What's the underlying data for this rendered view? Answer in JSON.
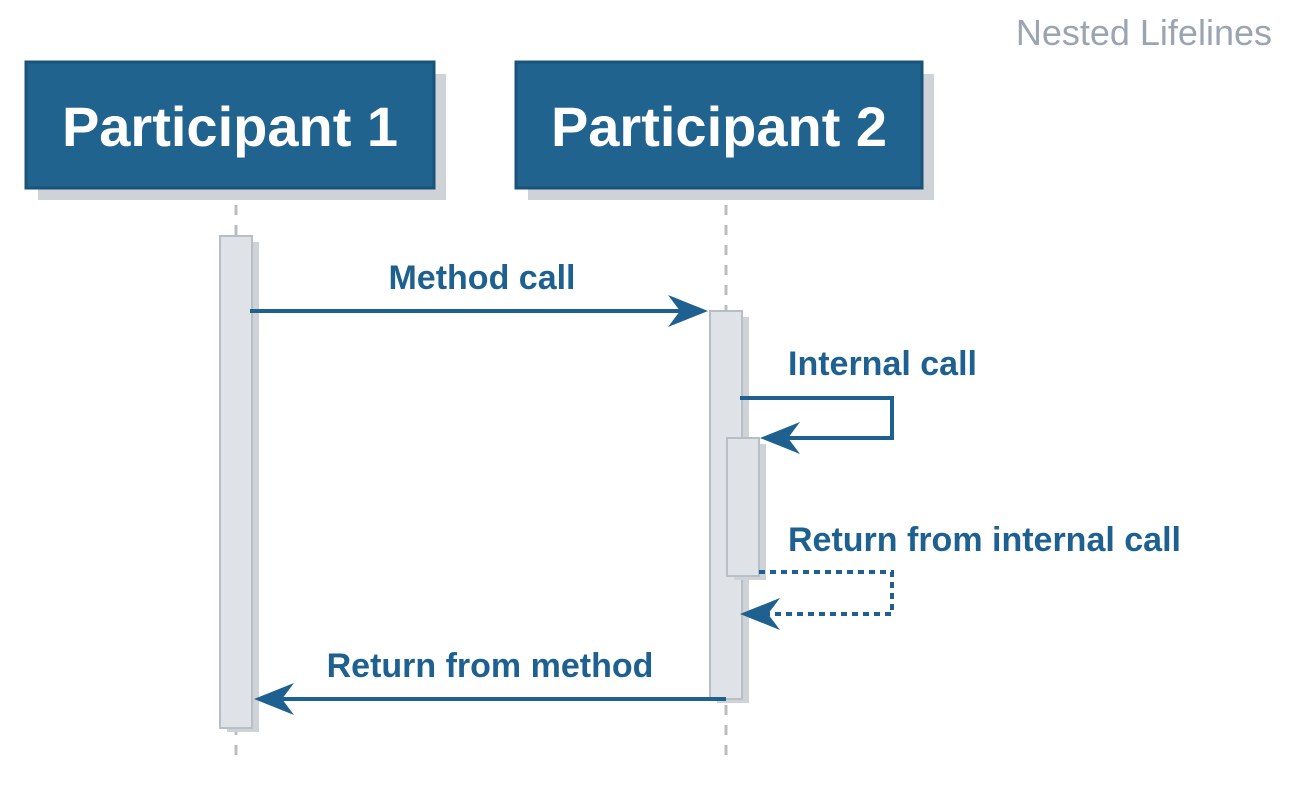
{
  "diagram": {
    "title": "Nested Lifelines",
    "participants": [
      {
        "label": "Participant 1"
      },
      {
        "label": "Participant 2"
      }
    ],
    "messages": [
      {
        "label": "Method call",
        "style": "solid"
      },
      {
        "label": "Internal call",
        "style": "solid"
      },
      {
        "label": "Return from internal call",
        "style": "dotted"
      },
      {
        "label": "Return from method",
        "style": "solid"
      }
    ],
    "colors": {
      "participant_fill": "#20638f",
      "participant_border": "#1a5278",
      "arrow": "#1e6190",
      "activation_fill": "#dfe3e7",
      "activation_border": "#b6bec6",
      "lifeline": "#b9bec4",
      "title": "#9aa5b1",
      "shadow": "#cfd3d7"
    }
  }
}
